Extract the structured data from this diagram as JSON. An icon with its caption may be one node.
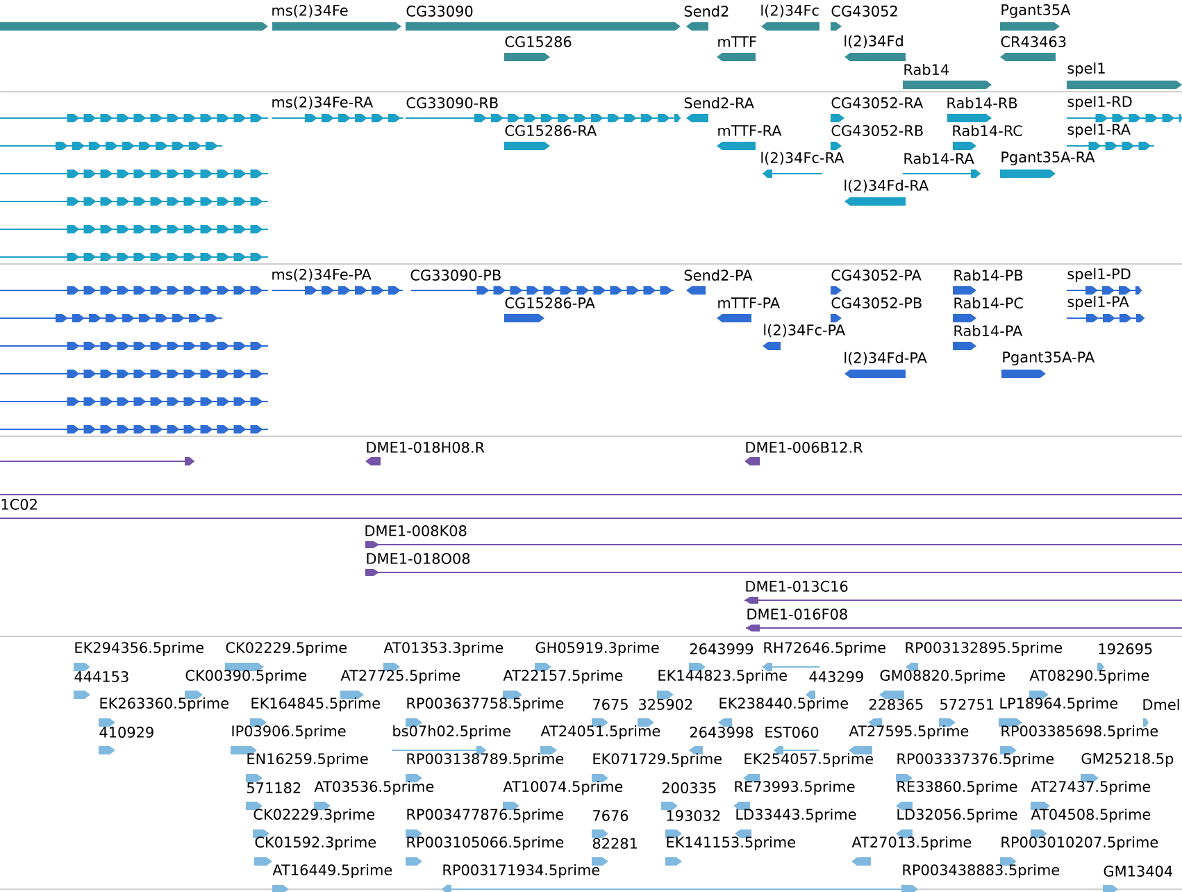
{
  "diagram": {
    "labels": [
      "ms(2)34Fe",
      "CG33090",
      "Send2",
      "l(2)34Fc",
      "CG43052",
      "Pgant35A",
      "CG15286",
      "mTTF",
      "l(2)34Fd",
      "CR43463",
      "Rab14",
      "spel1",
      "ms(2)34Fe-RA",
      "CG33090-RB",
      "Send2-RA",
      "CG43052-RA",
      "Rab14-RB",
      "spel1-RD",
      "CG15286-RA",
      "mTTF-RA",
      "CG43052-RB",
      "Rab14-RC",
      "spel1-RA",
      "l(2)34Fc-RA",
      "Rab14-RA",
      "Pgant35A-RA",
      "l(2)34Fd-RA",
      "ms(2)34Fe-PA",
      "CG33090-PB",
      "Send2-PA",
      "CG43052-PA",
      "Rab14-PB",
      "spel1-PD",
      "CG15286-PA",
      "mTTF-PA",
      "CG43052-PB",
      "Rab14-PC",
      "spel1-PA",
      "l(2)34Fc-PA",
      "Rab14-PA",
      "l(2)34Fd-PA",
      "Pgant35A-PA",
      "DME1-018H08.R",
      "DME1-006B12.R",
      "1C02",
      "DME1-008K08",
      "DME1-018O08",
      "DME1-013C16",
      "DME1-016F08",
      "EK294356.5prime",
      "CK02229.5prime",
      "AT01353.3prime",
      "GH05919.3prime",
      "2643999",
      "RH72646.5prime",
      "RP003132895.5prime",
      "192695",
      "444153",
      "CK00390.5prime",
      "AT27725.5prime",
      "AT22157.5prime",
      "EK144823.5prime",
      "443299",
      "GM08820.5prime",
      "AT08290.5prime",
      "EK263360.5prime",
      "EK164845.5prime",
      "RP003637758.5prime",
      "7675",
      "325902",
      "EK238440.5prime",
      "228365",
      "572751",
      "LP18964.5prime",
      "Dmel",
      "410929",
      "IP03906.5prime",
      "bs07h02.5prime",
      "AT24051.5prime",
      "2643998",
      "EST060",
      "AT27595.5prime",
      "RP003385698.5prime",
      "EN16259.5prime",
      "RP003138789.5prime",
      "EK071729.5prime",
      "EK254057.5prime",
      "RP003337376.5prime",
      "GM25218.5p",
      "571182",
      "AT03536.5prime",
      "AT10074.5prime",
      "200335",
      "RE73993.5prime",
      "RE33860.5prime",
      "AT27437.5prime",
      "CK02229.3prime",
      "RP003477876.5prime",
      "7676",
      "193032",
      "LD33443.5prime",
      "LD32056.5prime",
      "AT04508.5prime",
      "CK01592.3prime",
      "RP003105066.5prime",
      "82281",
      "EK141153.5prime",
      "AT27013.5prime",
      "RP003010207.5prime",
      "AT16449.5prime",
      "RP003171934.5prime",
      "RP003438883.5prime",
      "GM13404"
    ]
  }
}
